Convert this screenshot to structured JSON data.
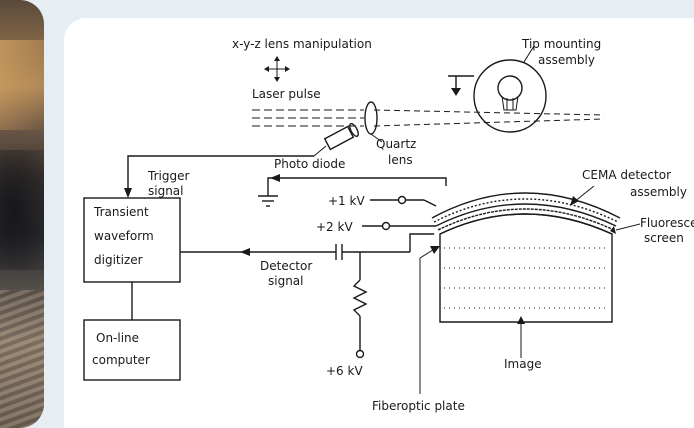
{
  "diagram": {
    "labels": {
      "lens_manipulation": "x-y-z lens manipulation",
      "tip_mounting": "Tip mounting",
      "tip_assembly": "assembly",
      "laser_pulse": "Laser pulse",
      "quartz": "Quartz",
      "lens": "lens",
      "photo_diode": "Photo diode",
      "trigger": "Trigger",
      "signal": "signal",
      "cema": "CEMA detector",
      "cema_assembly": "assembly",
      "fluorescent": "Fluorescent",
      "screen": "screen",
      "plus1kv": "+1 kV",
      "plus2kv": "+2 kV",
      "transient": "Transient",
      "waveform": "waveform",
      "digitizer": "digitizer",
      "detector": "Detector",
      "detector_signal": "signal",
      "online": "On-line",
      "computer": "computer",
      "plus6kv": "+6 kV",
      "image": "Image",
      "fiberoptic": "Fiberoptic plate"
    }
  }
}
